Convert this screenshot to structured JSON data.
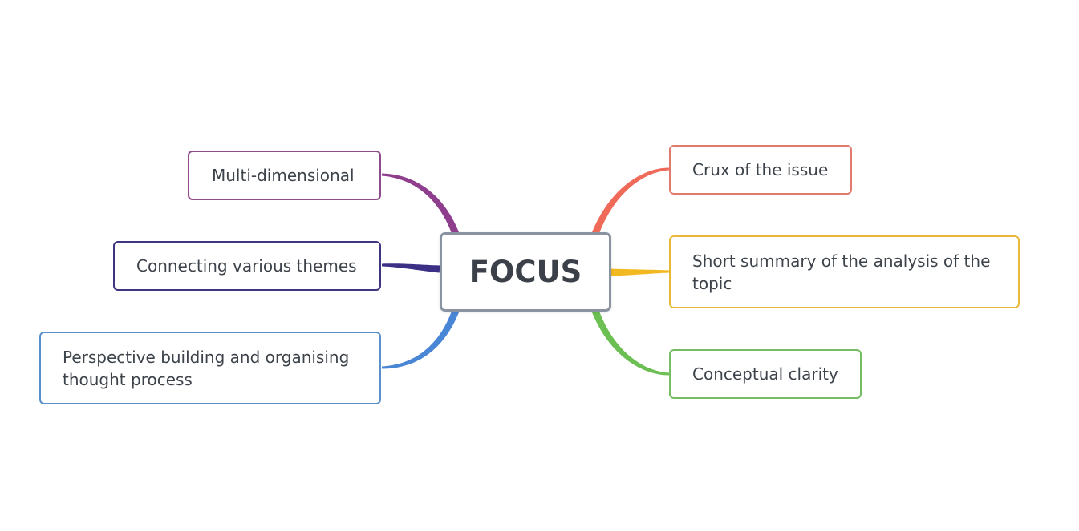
{
  "diagram": {
    "type": "mind-map",
    "central": {
      "label": "FOCUS",
      "border_color": "#8a93a1"
    },
    "branches": [
      {
        "id": "multi",
        "side": "left",
        "label": "Multi-dimensional",
        "color": "#8e3e8c"
      },
      {
        "id": "connect",
        "side": "left",
        "label": "Connecting various themes",
        "color": "#3b2f86"
      },
      {
        "id": "persp",
        "side": "left",
        "label": "Perspective building and organising thought process",
        "color": "#4a86d6"
      },
      {
        "id": "crux",
        "side": "right",
        "label": "Crux of the issue",
        "color": "#f06a5a"
      },
      {
        "id": "summary",
        "side": "right",
        "label": "Short summary of the analysis of the topic",
        "color": "#f2b820"
      },
      {
        "id": "concept",
        "side": "right",
        "label": "Conceptual clarity",
        "color": "#6cbf52"
      }
    ],
    "node_border_colors": {
      "multi": "#8e4a8c",
      "connect": "#3e3580",
      "persp": "#5b8fc9",
      "crux": "#e07a6e",
      "summary": "#e9b83a",
      "concept": "#74bd60"
    }
  }
}
